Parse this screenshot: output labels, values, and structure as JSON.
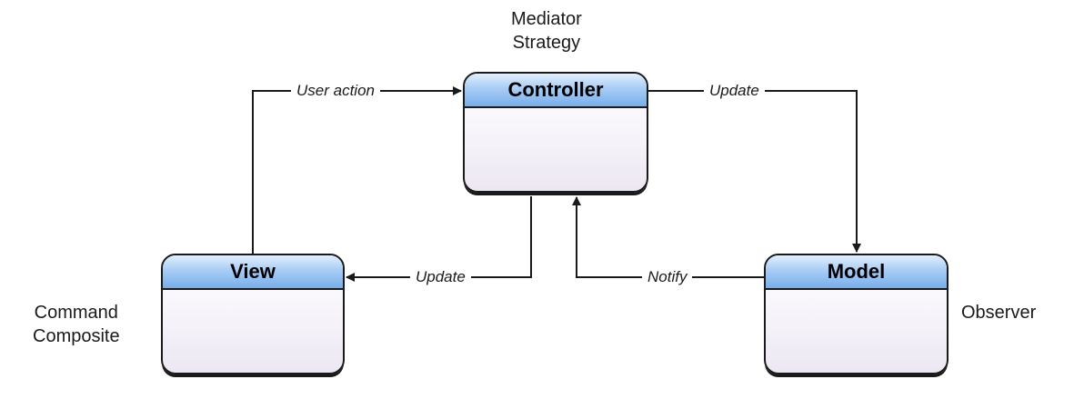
{
  "diagram": {
    "controller": {
      "title": "Controller",
      "patterns": [
        "Mediator",
        "Strategy"
      ]
    },
    "view": {
      "title": "View",
      "patterns": [
        "Command",
        "Composite"
      ]
    },
    "model": {
      "title": "Model",
      "patterns": [
        "Observer"
      ]
    },
    "flows": {
      "view_to_controller": "User action",
      "controller_to_model": "Update",
      "controller_to_view": "Update",
      "model_to_controller": "Notify"
    },
    "colors": {
      "header_blue": "#78aeea",
      "outline": "#1a1a1a",
      "body_fill": "#f6f3fa"
    }
  }
}
